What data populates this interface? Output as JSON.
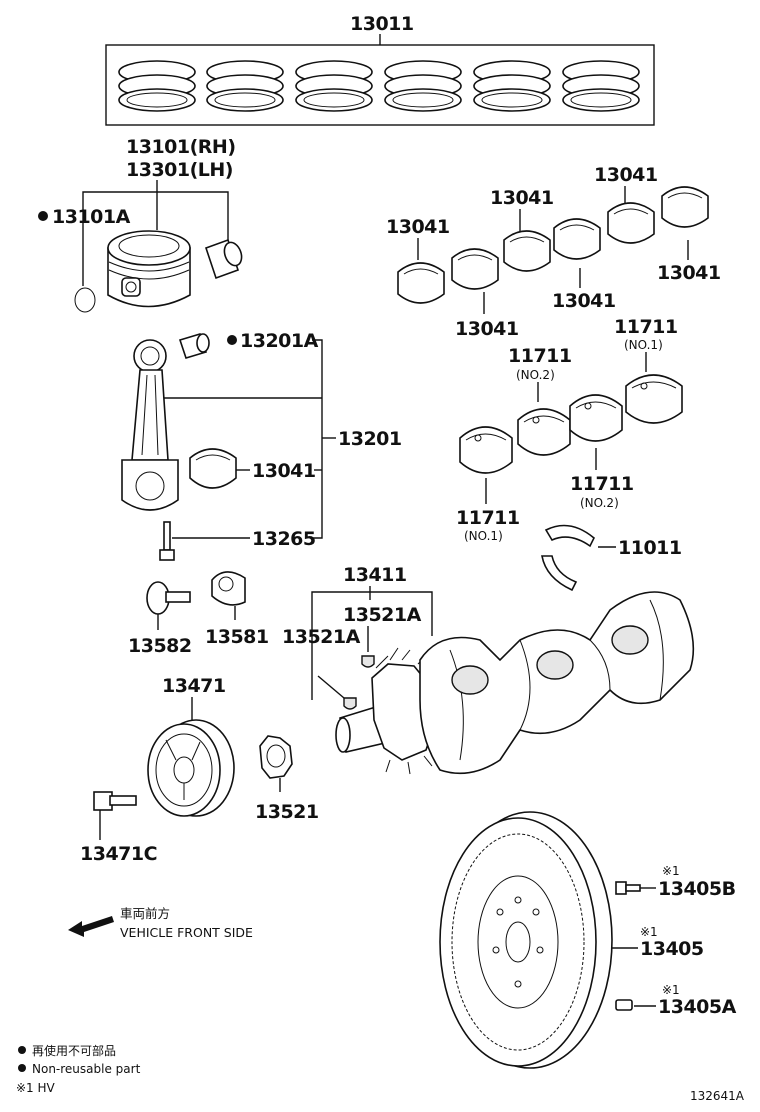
{
  "parts": {
    "p13011": "13011",
    "p13101rh": "13101(RH)",
    "p13301lh": "13301(LH)",
    "p13101a": "13101A",
    "p13201a": "13201A",
    "p13201": "13201",
    "p13041_conrod": "13041",
    "p13265": "13265",
    "p13582": "13582",
    "p13581": "13581",
    "p13471": "13471",
    "p13471c": "13471C",
    "p13521": "13521",
    "p13411": "13411",
    "p13521a_1": "13521A",
    "p13521a_2": "13521A",
    "p13041_a": "13041",
    "p13041_b": "13041",
    "p13041_c": "13041",
    "p13041_d": "13041",
    "p13041_e": "13041",
    "p13041_f": "13041",
    "p11711_a": "11711",
    "p11711_a_sub": "(NO.1)",
    "p11711_b": "11711",
    "p11711_b_sub": "(NO.2)",
    "p11711_c": "11711",
    "p11711_c_sub": "(NO.2)",
    "p11711_d": "11711",
    "p11711_d_sub": "(NO.1)",
    "p11011": "11011",
    "p13405b": "13405B",
    "p13405": "13405",
    "p13405a": "13405A",
    "hv_mark_1": "※1",
    "hv_mark_2": "※1",
    "hv_mark_3": "※1"
  },
  "direction": {
    "label_jp": "車両前方",
    "label_en": "VEHICLE FRONT SIDE"
  },
  "legend": {
    "nonreusable_jp": "再使用不可部品",
    "nonreusable_en": "Non-reusable part",
    "hv_note": "※1 HV"
  },
  "figure_id": "132641A"
}
